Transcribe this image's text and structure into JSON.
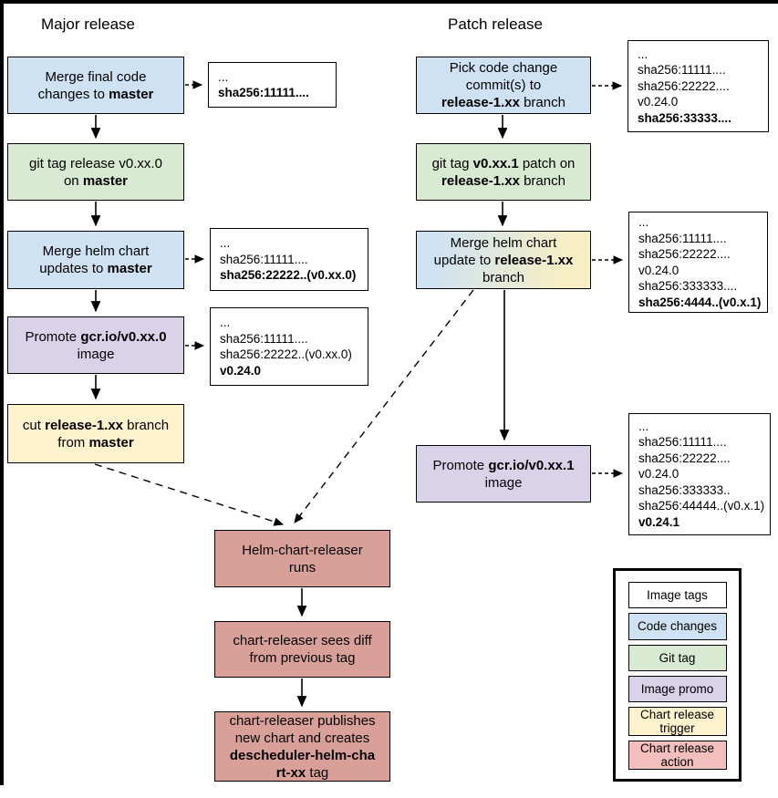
{
  "colors": {
    "blue": "#cfe2f3",
    "green": "#d9ead3",
    "purple": "#d9d2e9",
    "yellow": "#fff2cc",
    "red": "#d9a09a",
    "legend_red": "#f2bfbe",
    "grad_blue": "#cfe2f3",
    "grad_yellow": "#f7efc4",
    "white": "#ffffff",
    "line": "#000000"
  },
  "titles": {
    "major": "Major release",
    "patch": "Patch release"
  },
  "nodes": {
    "merge_final": {
      "segments": [
        {
          "text": "Merge final code"
        },
        {
          "br": true
        },
        {
          "text": "changes to "
        },
        {
          "text": "master",
          "bold": true
        }
      ]
    },
    "git_tag_major": {
      "segments": [
        {
          "text": "git tag release v0.xx.0"
        },
        {
          "br": true
        },
        {
          "text": "on "
        },
        {
          "text": "master",
          "bold": true
        }
      ]
    },
    "merge_helm_major": {
      "segments": [
        {
          "text": "Merge helm chart"
        },
        {
          "br": true
        },
        {
          "text": "updates to "
        },
        {
          "text": "master",
          "bold": true
        }
      ]
    },
    "promote_major": {
      "segments": [
        {
          "text": "Promote "
        },
        {
          "text": "gcr.io/v0.xx.0",
          "bold": true
        },
        {
          "br": true
        },
        {
          "text": "image"
        }
      ]
    },
    "cut_branch": {
      "segments": [
        {
          "text": "cut "
        },
        {
          "text": "release-1.xx",
          "bold": true
        },
        {
          "text": " branch"
        },
        {
          "br": true
        },
        {
          "text": "from "
        },
        {
          "text": "master",
          "bold": true
        }
      ]
    },
    "pick_commits": {
      "segments": [
        {
          "text": "Pick code change"
        },
        {
          "br": true
        },
        {
          "text": "commit(s) to"
        },
        {
          "br": true
        },
        {
          "text": "release-1.xx",
          "bold": true
        },
        {
          "text": " branch"
        }
      ]
    },
    "git_tag_patch": {
      "segments": [
        {
          "text": "git tag "
        },
        {
          "text": "v0.xx.1",
          "bold": true
        },
        {
          "text": " patch on"
        },
        {
          "br": true
        },
        {
          "text": "release-1.xx",
          "bold": true
        },
        {
          "text": " branch"
        }
      ]
    },
    "merge_helm_patch": {
      "segments": [
        {
          "text": "Merge helm chart"
        },
        {
          "br": true
        },
        {
          "text": "update to "
        },
        {
          "text": "release-1.xx",
          "bold": true
        },
        {
          "br": true
        },
        {
          "text": "branch"
        }
      ]
    },
    "promote_patch": {
      "segments": [
        {
          "text": "Promote "
        },
        {
          "text": "gcr.io/v0.xx.1",
          "bold": true
        },
        {
          "br": true
        },
        {
          "text": "image"
        }
      ]
    },
    "releaser_runs": {
      "segments": [
        {
          "text": "Helm-chart-releaser"
        },
        {
          "br": true
        },
        {
          "text": "runs"
        }
      ]
    },
    "releaser_diff": {
      "segments": [
        {
          "text": "chart-releaser sees diff"
        },
        {
          "br": true
        },
        {
          "text": "from previous tag"
        }
      ]
    },
    "releaser_publish": {
      "segments": [
        {
          "text": "chart-releaser publishes"
        },
        {
          "br": true
        },
        {
          "text": "new chart and creates"
        },
        {
          "br": true
        },
        {
          "text": "descheduler-helm-cha",
          "bold": true
        },
        {
          "br": true
        },
        {
          "text": "rt-xx",
          "bold": true
        },
        {
          "text": " tag"
        }
      ]
    }
  },
  "notes": {
    "major_1": {
      "lines": [
        {
          "text": "..."
        },
        {
          "text": "sha256:11111....",
          "bold": true
        }
      ]
    },
    "major_2": {
      "lines": [
        {
          "text": "..."
        },
        {
          "text": "sha256:11111...."
        },
        {
          "text": "sha256:22222..(v0.xx.0)",
          "bold": true
        }
      ]
    },
    "major_3": {
      "lines": [
        {
          "text": "..."
        },
        {
          "text": "sha256:11111...."
        },
        {
          "text": "sha256:22222..(v0.xx.0)"
        },
        {
          "text": "v0.24.0",
          "bold": true
        }
      ]
    },
    "patch_1": {
      "lines": [
        {
          "text": "..."
        },
        {
          "text": "sha256:11111...."
        },
        {
          "text": "sha256:22222...."
        },
        {
          "text": "v0.24.0"
        },
        {
          "text": "sha256:33333....",
          "bold": true
        }
      ]
    },
    "patch_2": {
      "lines": [
        {
          "text": "..."
        },
        {
          "text": "sha256:11111...."
        },
        {
          "text": "sha256:22222...."
        },
        {
          "text": "v0.24.0"
        },
        {
          "text": "sha256:333333...."
        },
        {
          "text": "sha256:4444..(v0.x.1)",
          "bold": true
        }
      ]
    },
    "patch_3": {
      "lines": [
        {
          "text": "..."
        },
        {
          "text": "sha256:11111...."
        },
        {
          "text": "sha256:22222...."
        },
        {
          "text": "v0.24.0"
        },
        {
          "text": "sha256:333333.."
        },
        {
          "text": "sha256:44444..(v0.x.1)"
        },
        {
          "text": "v0.24.1",
          "bold": true
        }
      ]
    }
  },
  "legend": {
    "items": [
      {
        "label": "Image tags"
      },
      {
        "label": "Code changes"
      },
      {
        "label": "Git tag"
      },
      {
        "label": "Image promo"
      },
      {
        "label": "Chart release trigger"
      },
      {
        "label": "Chart release action"
      }
    ]
  }
}
